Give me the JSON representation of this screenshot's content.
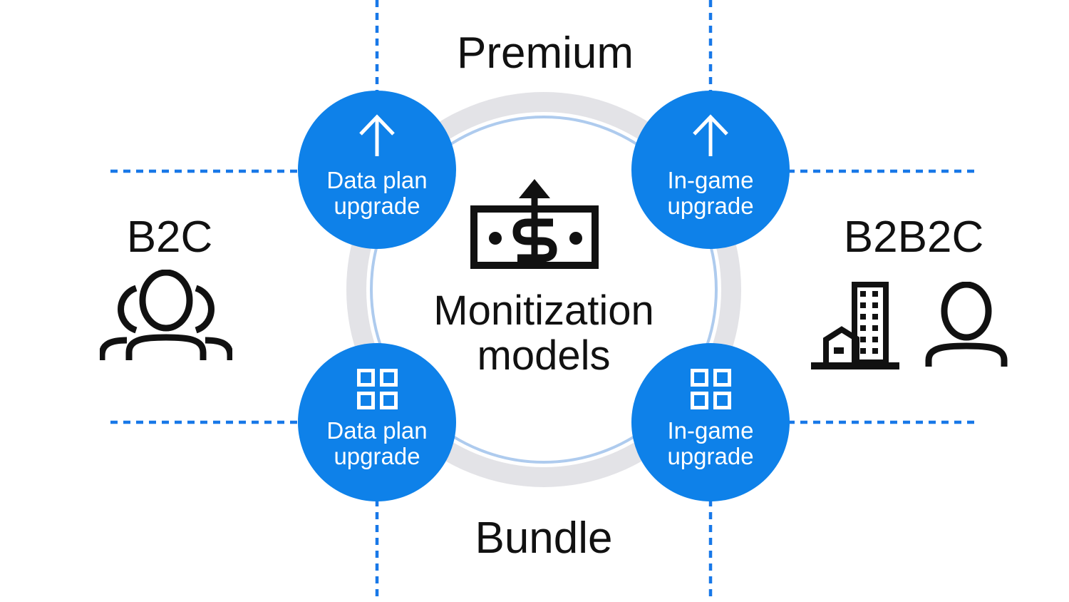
{
  "colors": {
    "circle_blue": "#0E81E9",
    "dash_blue": "#1878E8",
    "ring_gray": "#E3E3E7",
    "ring_blue": "#AECBEE",
    "ink": "#111111",
    "white": "#FFFFFF"
  },
  "center": {
    "icon": "money-arrow-icon",
    "label_line1": "Monitization",
    "label_line2": "models"
  },
  "quadrant_labels": {
    "top": "Premium",
    "bottom": "Bundle",
    "left": "B2C",
    "right": "B2B2C"
  },
  "circles": [
    {
      "position": "top-left",
      "icon": "up-arrow-icon",
      "line1": "Data plan",
      "line2": "upgrade"
    },
    {
      "position": "top-right",
      "icon": "up-arrow-icon",
      "line1": "In-game",
      "line2": "upgrade"
    },
    {
      "position": "bottom-left",
      "icon": "grid-icon",
      "line1": "Data plan",
      "line2": "upgrade"
    },
    {
      "position": "bottom-right",
      "icon": "grid-icon",
      "line1": "In-game",
      "line2": "upgrade"
    }
  ],
  "side_icons": {
    "left": "people-group-icon",
    "right_building": "building-icon",
    "right_person": "person-icon"
  }
}
